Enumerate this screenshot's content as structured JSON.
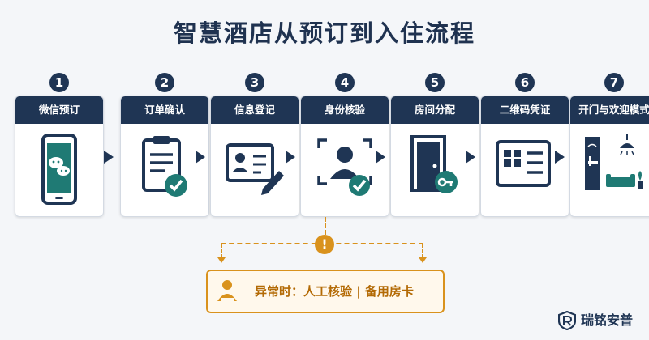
{
  "title": "智慧酒店从预订到入住流程",
  "steps": [
    {
      "num": "1",
      "label": "微信预订",
      "icon": "smartphone-wechat-icon"
    },
    {
      "num": "2",
      "label": "订单确认",
      "icon": "clipboard-check-icon"
    },
    {
      "num": "3",
      "label": "信息登记",
      "icon": "id-card-pen-icon"
    },
    {
      "num": "4",
      "label": "身份核验",
      "icon": "face-scan-check-icon"
    },
    {
      "num": "5",
      "label": "房间分配",
      "icon": "door-key-icon"
    },
    {
      "num": "6",
      "label": "二维码凭证",
      "icon": "qr-voucher-icon"
    },
    {
      "num": "7",
      "label": "开门与欢迎模式",
      "icon": "room-door-lamp-sofa-icon"
    }
  ],
  "exception": {
    "alert_symbol": "!",
    "text": "异常时：人工核验 | 备用房卡",
    "icon": "staff-person-icon"
  },
  "brand": {
    "name": "瑞铭安普",
    "icon": "r-shield-logo-icon"
  },
  "colors": {
    "primary": "#1f3554",
    "accent": "#d9921d",
    "check": "#1f7a74"
  }
}
